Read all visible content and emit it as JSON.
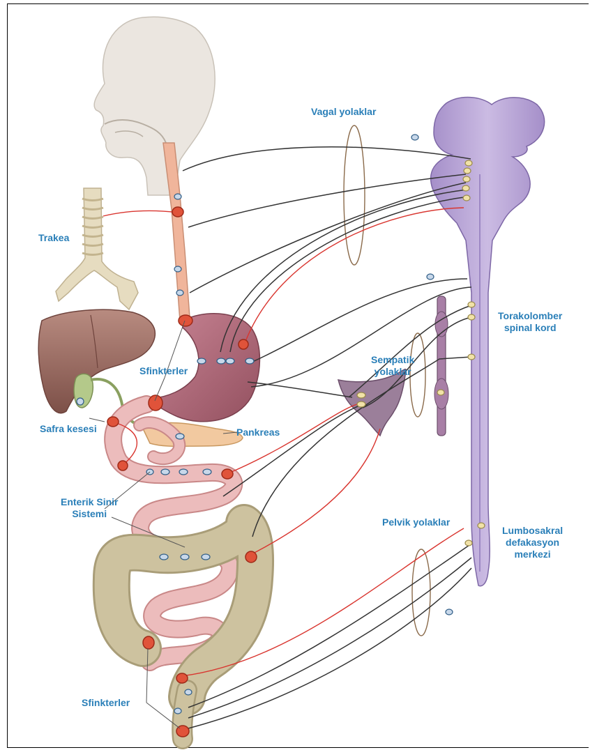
{
  "labels": {
    "vagal": "Vagal yolaklar",
    "trachea": "Trakea",
    "sphincters_top": "Sfinkterler",
    "gallbladder": "Safra kesesi",
    "pancreas": "Pankreas",
    "sympathetic_1": "Sempatik",
    "sympathetic_2": "yolaklar",
    "thoracolumbar_1": "Torakolomber",
    "thoracolumbar_2": "spinal kord",
    "enteric_1": "Enterik Sinir",
    "enteric_2": "Sistemi",
    "pelvic": "Pelvik yolaklar",
    "lumbosacral_1": "Lumbosakral",
    "lumbosacral_2": "defakasyon",
    "lumbosacral_3": "merkezi",
    "sphincters_bottom": "Sfinkterler"
  },
  "colors": {
    "label_text": "#2a7fb8",
    "cns": "#b9a6d6",
    "cns_dark": "#8f79b8",
    "esophagus": "#f0b59b",
    "stomach": "#b06878",
    "liver": "#9a6a60",
    "small_intestine": "#e9b6b6",
    "colon": "#c9bd9a",
    "pancreas": "#f2c9a0",
    "trachea": "#e6dcc0",
    "efferent_line": "#333333",
    "afferent_line": "#d9352f",
    "sphincter": "#e0533a",
    "neuron_body": "#c8d8ea",
    "ganglion_cell": "#f1e2a8"
  }
}
